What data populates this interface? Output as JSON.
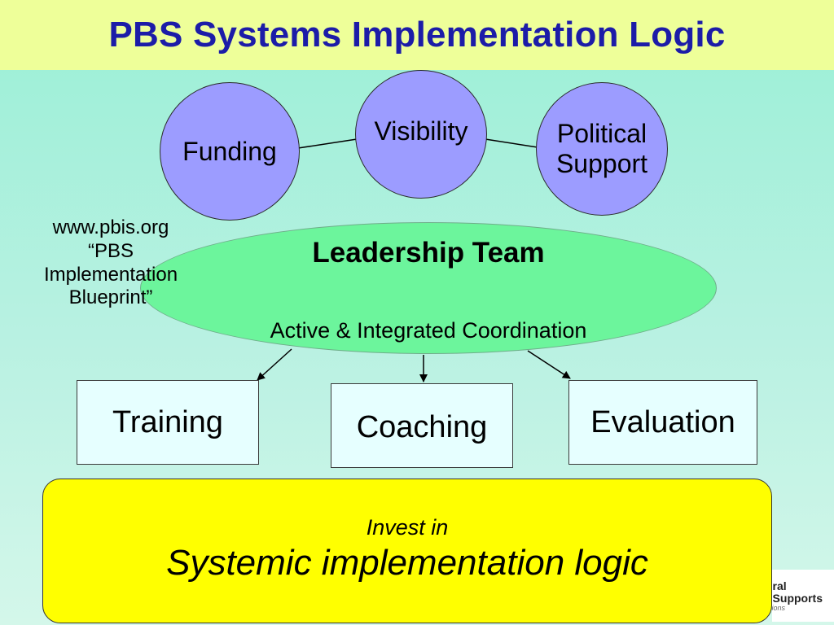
{
  "title": "PBS Systems Implementation Logic",
  "circles": {
    "funding": "Funding",
    "visibility": "Visibility",
    "political_line1": "Political",
    "political_line2": "Support"
  },
  "leadership": {
    "title": "Leadership Team",
    "subtitle": "Active & Integrated Coordination"
  },
  "blueprint": {
    "line1": "www.pbis.org",
    "line2": "“PBS",
    "line3": "Implementation",
    "line4": "Blueprint”"
  },
  "boxes": {
    "training": "Training",
    "coaching": "Coaching",
    "evaluation": "Evaluation"
  },
  "invest": {
    "line1": "Invest in",
    "line2": "Systemic implementation logic"
  },
  "logo": {
    "line1": "oral",
    "line2": "t Supports",
    "line3": "ntions"
  },
  "colors": {
    "title_background": "#EEFF99",
    "title_text": "#1C1CA8",
    "circle_fill": "#9C9CFF",
    "ellipse_fill": "#6CF59C",
    "box_fill": "#E6FFFF",
    "invest_fill": "#FFFF00"
  }
}
